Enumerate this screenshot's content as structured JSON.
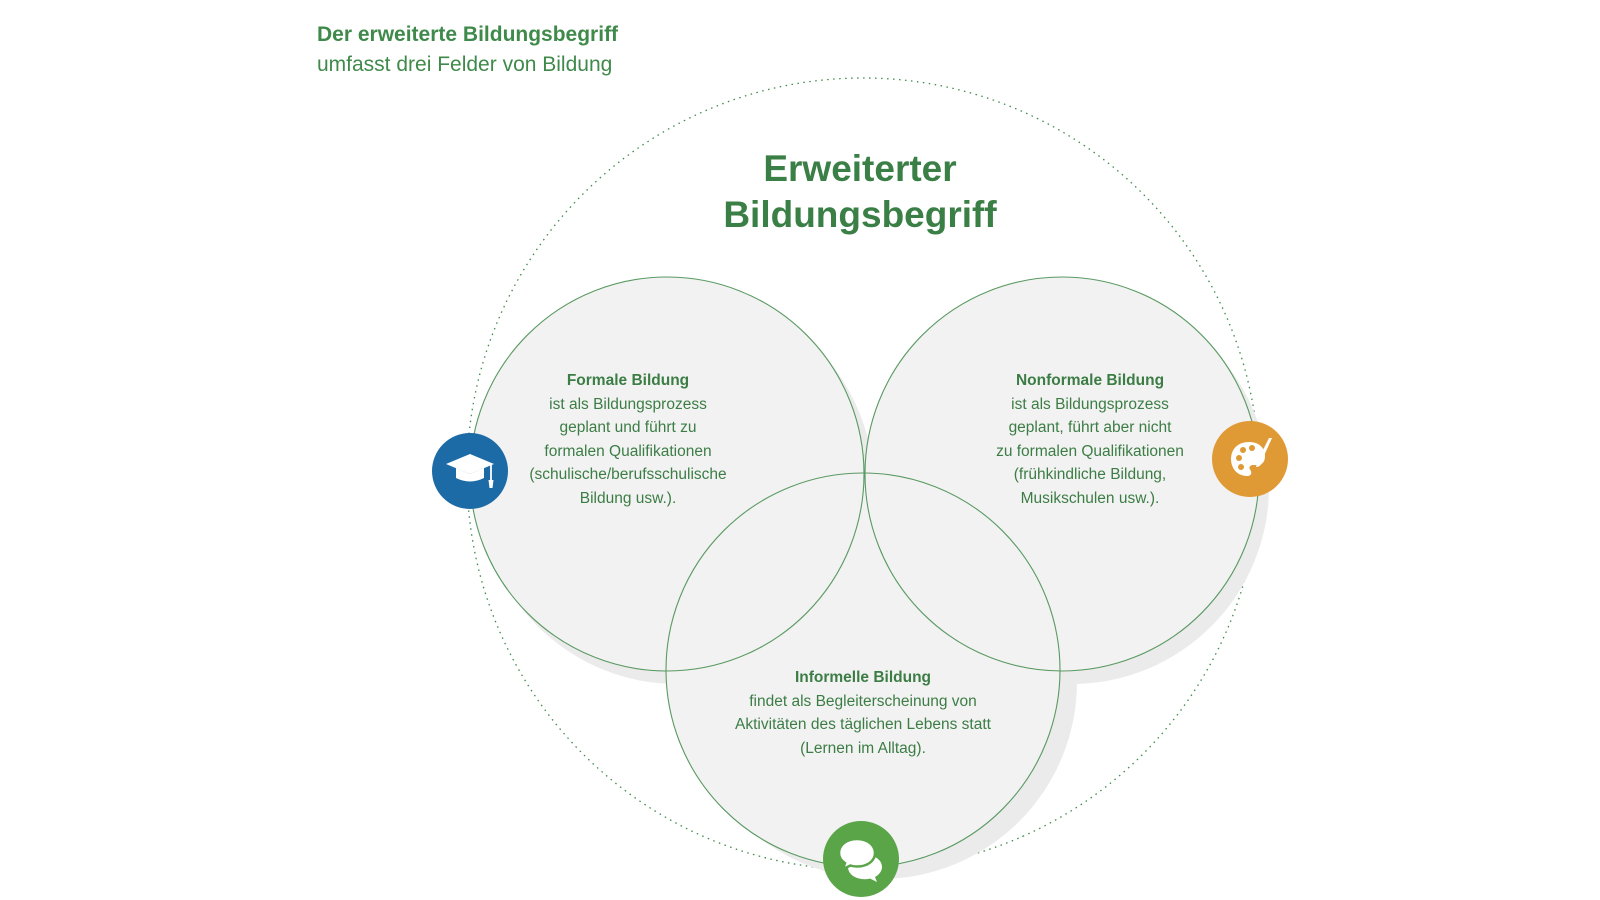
{
  "heading": {
    "title": "Der erweiterte Bildungsbegriff",
    "subtitle": "umfasst drei Felder von Bildung"
  },
  "diagram": {
    "title_line1": "Erweiterter",
    "title_line2": "Bildungsbegriff",
    "colors": {
      "green_text": "#3c7d45",
      "circle_stroke": "#5a9a62",
      "circle_fill": "#f2f2f2",
      "shadow_fill": "#ebebeb",
      "outer_dots": "#3f8a4a"
    },
    "fields": {
      "formal": {
        "title": "Formale Bildung",
        "lines": [
          "ist als Bildungsprozess",
          "geplant und führt zu",
          "formalen Qualifikationen",
          "(schulische/berufsschulische",
          "Bildung usw.)."
        ],
        "icon": "graduation-cap-icon",
        "icon_color": "#1c6aa6"
      },
      "nonformal": {
        "title": "Nonformale Bildung",
        "lines": [
          "ist als Bildungsprozess",
          "geplant, führt aber nicht",
          "zu formalen Qualifikationen",
          "(frühkindliche Bildung,",
          "Musikschulen usw.)."
        ],
        "icon": "paint-palette-icon",
        "icon_color": "#e09a35"
      },
      "informal": {
        "title": "Informelle Bildung",
        "lines": [
          "findet als Begleiterscheinung von",
          "Aktivitäten des täglichen Lebens statt",
          "(Lernen im Alltag)."
        ],
        "icon": "speech-bubbles-icon",
        "icon_color": "#5aa548"
      }
    }
  }
}
